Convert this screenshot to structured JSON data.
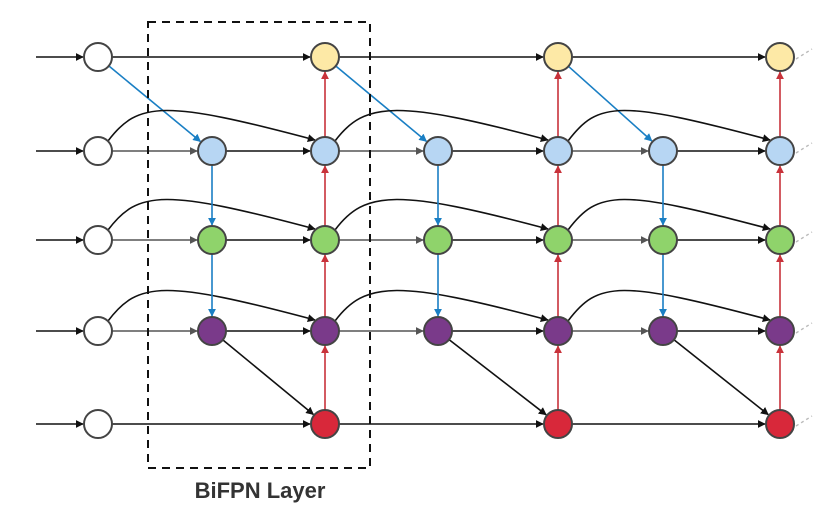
{
  "caption": "BiFPN Layer",
  "colors": {
    "input": "#ffffff",
    "level_top": "#fde9a6",
    "level_2": "#b7d6f3",
    "level_3": "#8fd36b",
    "level_4": "#7a3a8a",
    "level_bottom": "#d8283a",
    "edge_black": "#111111",
    "edge_gray": "#555555",
    "edge_blue": "#1a7fc4",
    "edge_red": "#c8323a",
    "node_stroke": "#444444",
    "layer_box": "#111111"
  },
  "icons": [
    "node-circle",
    "arrow-edge",
    "dashed-layer-box"
  ]
}
